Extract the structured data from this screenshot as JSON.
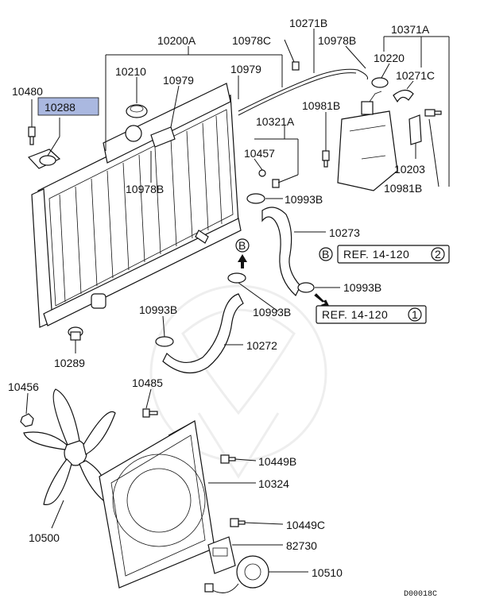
{
  "parts": {
    "p10200A": "10200A",
    "p10210": "10210",
    "p10979a": "10979",
    "p10979b": "10979",
    "p10978C": "10978C",
    "p10271B": "10271B",
    "p10978Ba": "10978B",
    "p10371A": "10371A",
    "p10220": "10220",
    "p10271C": "10271C",
    "p10480": "10480",
    "p10288": "10288",
    "p10981Ba": "10981B",
    "p10321A": "10321A",
    "p10457": "10457",
    "p10203": "10203",
    "p10981Bb": "10981B",
    "p10978Bb": "10978B",
    "p10993Ba": "10993B",
    "p10273": "10273",
    "p10993Bb": "10993B",
    "p10993Bc": "10993B",
    "p10993Bd": "10993B",
    "p10289": "10289",
    "p10272": "10272",
    "p10456": "10456",
    "p10485": "10485",
    "p10449B": "10449B",
    "p10324": "10324",
    "p10500": "10500",
    "p10449C": "10449C",
    "p82730": "82730",
    "p10510": "10510"
  },
  "refs": {
    "ref2_marker": "B",
    "ref2_text": "REF. 14-120",
    "ref2_num": "2",
    "ref1_text": "REF. 14-120",
    "ref1_num": "1",
    "arrow_marker": "B"
  },
  "highlight_color": "#aab8e0",
  "diagram_code": "D00018C"
}
